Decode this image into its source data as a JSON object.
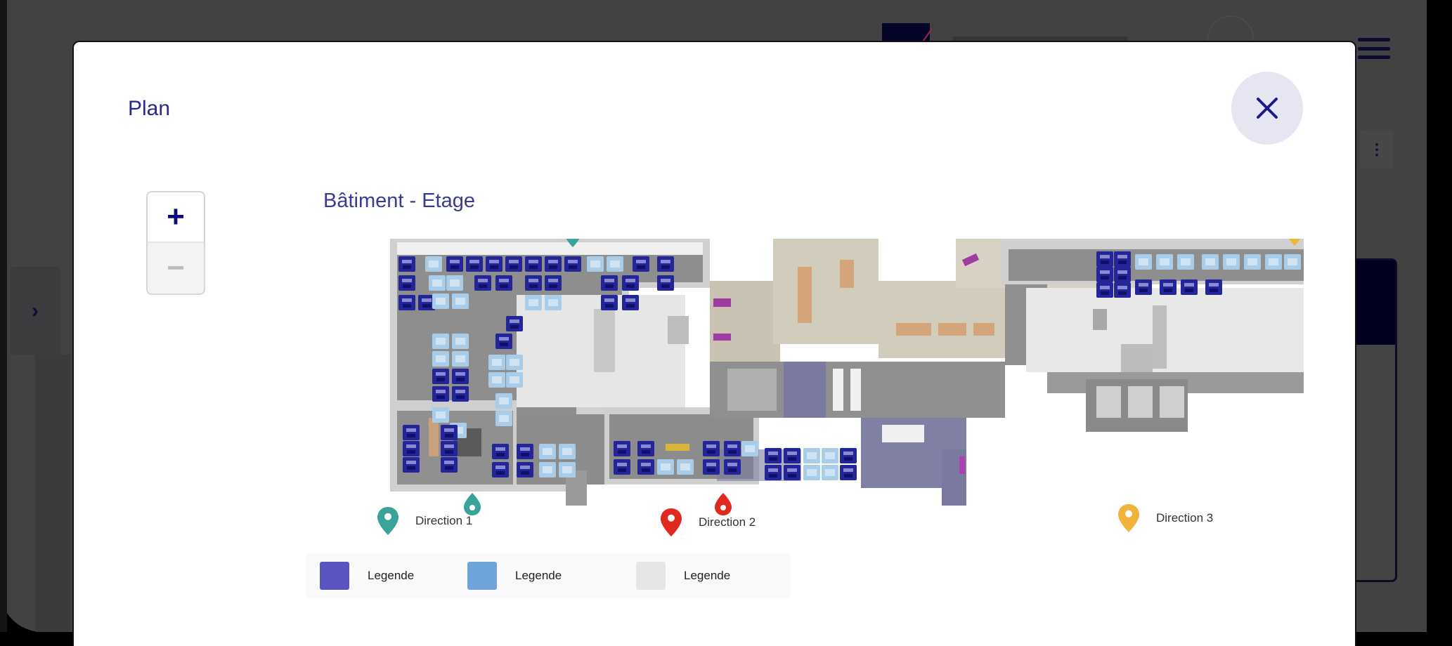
{
  "background": {
    "sidebar_toggle_icon": "chevron-right-icon",
    "menu_icon": "hamburger-menu-icon",
    "more_icon": "vertical-ellipsis-icon",
    "avatar_icon": "user-avatar-icon"
  },
  "modal": {
    "title": "Plan",
    "close_icon": "close-icon",
    "subtitle": "Bâtiment - Etage",
    "zoom": {
      "in_label": "+",
      "out_label": "−"
    },
    "directions": [
      {
        "label": "Direction 1",
        "color": "#3aa39a",
        "icon": "map-pin-icon"
      },
      {
        "label": "Direction 2",
        "color": "#e02a1e",
        "icon": "map-pin-icon"
      },
      {
        "label": "Direction 3",
        "color": "#f0b43c",
        "icon": "map-pin-icon"
      }
    ],
    "legend": [
      {
        "label": "Legende",
        "color": "#5a55c0"
      },
      {
        "label": "Legende",
        "color": "#6fa3dc"
      },
      {
        "label": "Legende",
        "color": "#e6e6e6"
      }
    ]
  },
  "colors": {
    "accent": "#1a1a80",
    "desk_occupied": "#2a2aa0",
    "desk_available": "#a8cce8",
    "overlay": "#424242"
  }
}
